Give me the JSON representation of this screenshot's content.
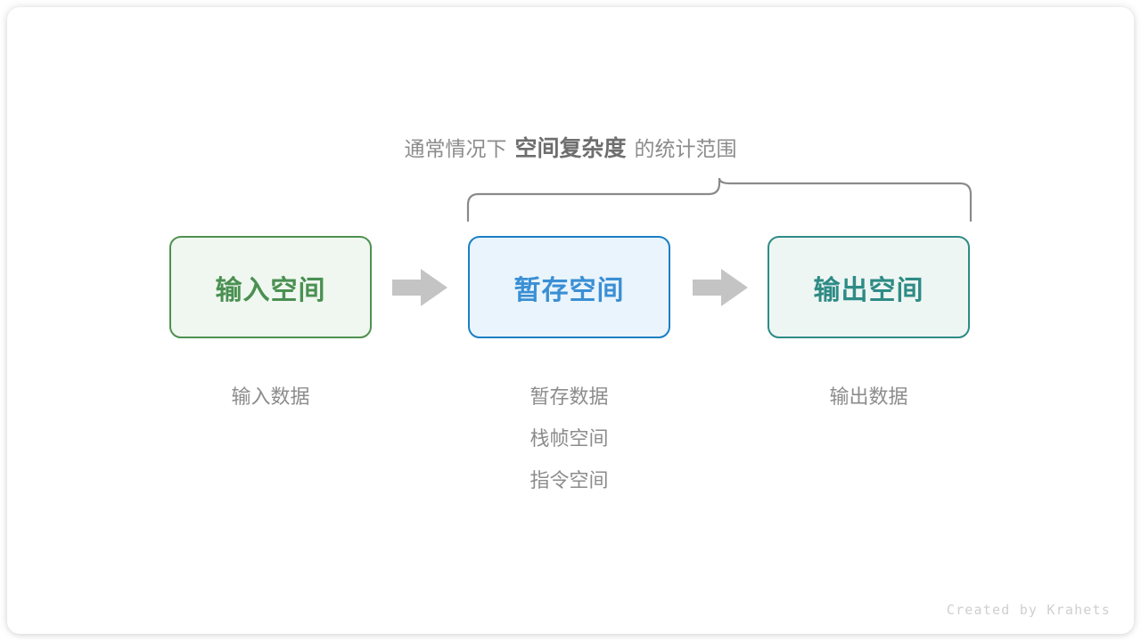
{
  "card": {
    "background": "#ffffff",
    "border_radius": "14px"
  },
  "caption": {
    "prefix": "通常情况下",
    "emphasis": "空间复杂度",
    "suffix": "的统计范围",
    "color": "#8c8c8c",
    "emphasis_color": "#6e6e6e"
  },
  "brace": {
    "name": "curly-brace",
    "color": "#8a8a8a",
    "spans_from": "暂存空间",
    "spans_to": "输出空间"
  },
  "boxes": [
    {
      "id": "input",
      "label": "输入空间",
      "border_color": "#4e9150",
      "fill_color": "#f0f7f0",
      "text_color": "#4a9052"
    },
    {
      "id": "temp",
      "label": "暂存空间",
      "border_color": "#1a7fc4",
      "fill_color": "#e9f4fc",
      "text_color": "#3a8fd4"
    },
    {
      "id": "output",
      "label": "输出空间",
      "border_color": "#2e8b85",
      "fill_color": "#eef6f4",
      "text_color": "#2e8b85"
    }
  ],
  "arrows": [
    {
      "id": "arrow-1",
      "direction": "right",
      "color": "#c4c4c4"
    },
    {
      "id": "arrow-2",
      "direction": "right",
      "color": "#c4c4c4"
    }
  ],
  "sub_captions": [
    {
      "id": "input",
      "lines": [
        "输入数据"
      ]
    },
    {
      "id": "temp",
      "lines": [
        "暂存数据",
        "栈帧空间",
        "指令空间"
      ]
    },
    {
      "id": "output",
      "lines": [
        "输出数据"
      ]
    }
  ],
  "footer": {
    "text": "Created by Krahets",
    "color": "#cfcfcf"
  }
}
